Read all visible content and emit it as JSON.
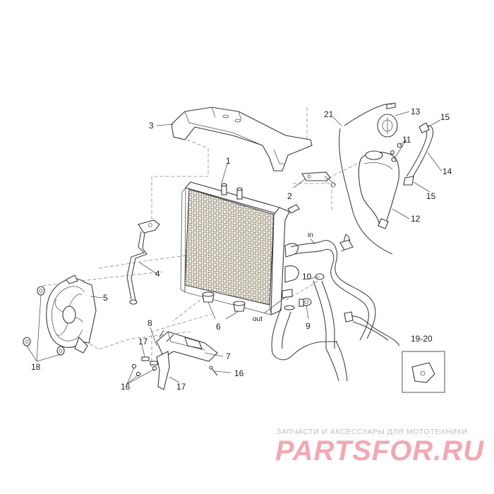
{
  "callouts": {
    "c1": "1",
    "c2": "2",
    "c3": "3",
    "c4": "4",
    "c5": "5",
    "c6": "6",
    "c7": "7",
    "c8": "8",
    "c9": "9",
    "c10": "10",
    "c11": "11",
    "c12": "12",
    "c13": "13",
    "c14": "14",
    "c15a": "15",
    "c15b": "15",
    "c16a": "16",
    "c16b": "16",
    "c17a": "17",
    "c17b": "17",
    "c18": "18",
    "c21": "21",
    "inset": "19-20"
  },
  "flow_labels": {
    "in": "in",
    "out": "out"
  },
  "watermark": {
    "caption": "ЗАПЧАСТИ И АКСЕССУАРЫ ДЛЯ МОТОТЕХНИКИ",
    "logo": "PARTSFOR.RU"
  }
}
